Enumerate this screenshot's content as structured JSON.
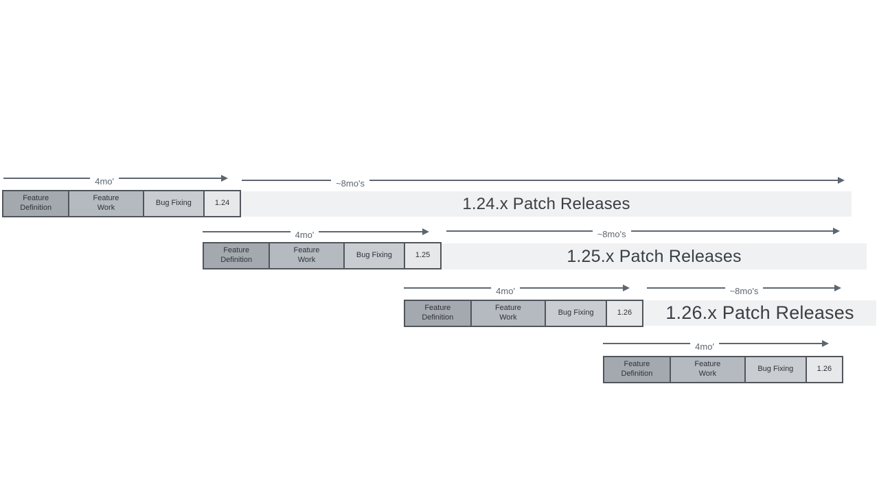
{
  "colors": {
    "feature_definition": "#a4a9b0",
    "feature_work": "#b5bac0",
    "bug_fixing": "#c9cdd2",
    "version_box": "#e6e8ea",
    "patch_bar": "#f0f1f2",
    "box_border": "#50555b",
    "arrow": "#5d6670"
  },
  "rows": [
    {
      "dev_duration_label": "4mo'",
      "patch_duration_label": "~8mo's",
      "phases": [
        "Feature Definition",
        "Feature Work",
        "Bug Fixing"
      ],
      "version": "1.24",
      "patch_label": "1.24.x Patch Releases"
    },
    {
      "dev_duration_label": "4mo'",
      "patch_duration_label": "~8mo's",
      "phases": [
        "Feature Definition",
        "Feature Work",
        "Bug Fixing"
      ],
      "version": "1.25",
      "patch_label": "1.25.x Patch Releases"
    },
    {
      "dev_duration_label": "4mo'",
      "patch_duration_label": "~8mo's",
      "phases": [
        "Feature Definition",
        "Feature Work",
        "Bug Fixing"
      ],
      "version": "1.26",
      "patch_label": "1.26.x Patch Releases"
    },
    {
      "dev_duration_label": "4mo'",
      "phases": [
        "Feature Definition",
        "Feature Work",
        "Bug Fixing"
      ],
      "version": "1.26"
    }
  ]
}
